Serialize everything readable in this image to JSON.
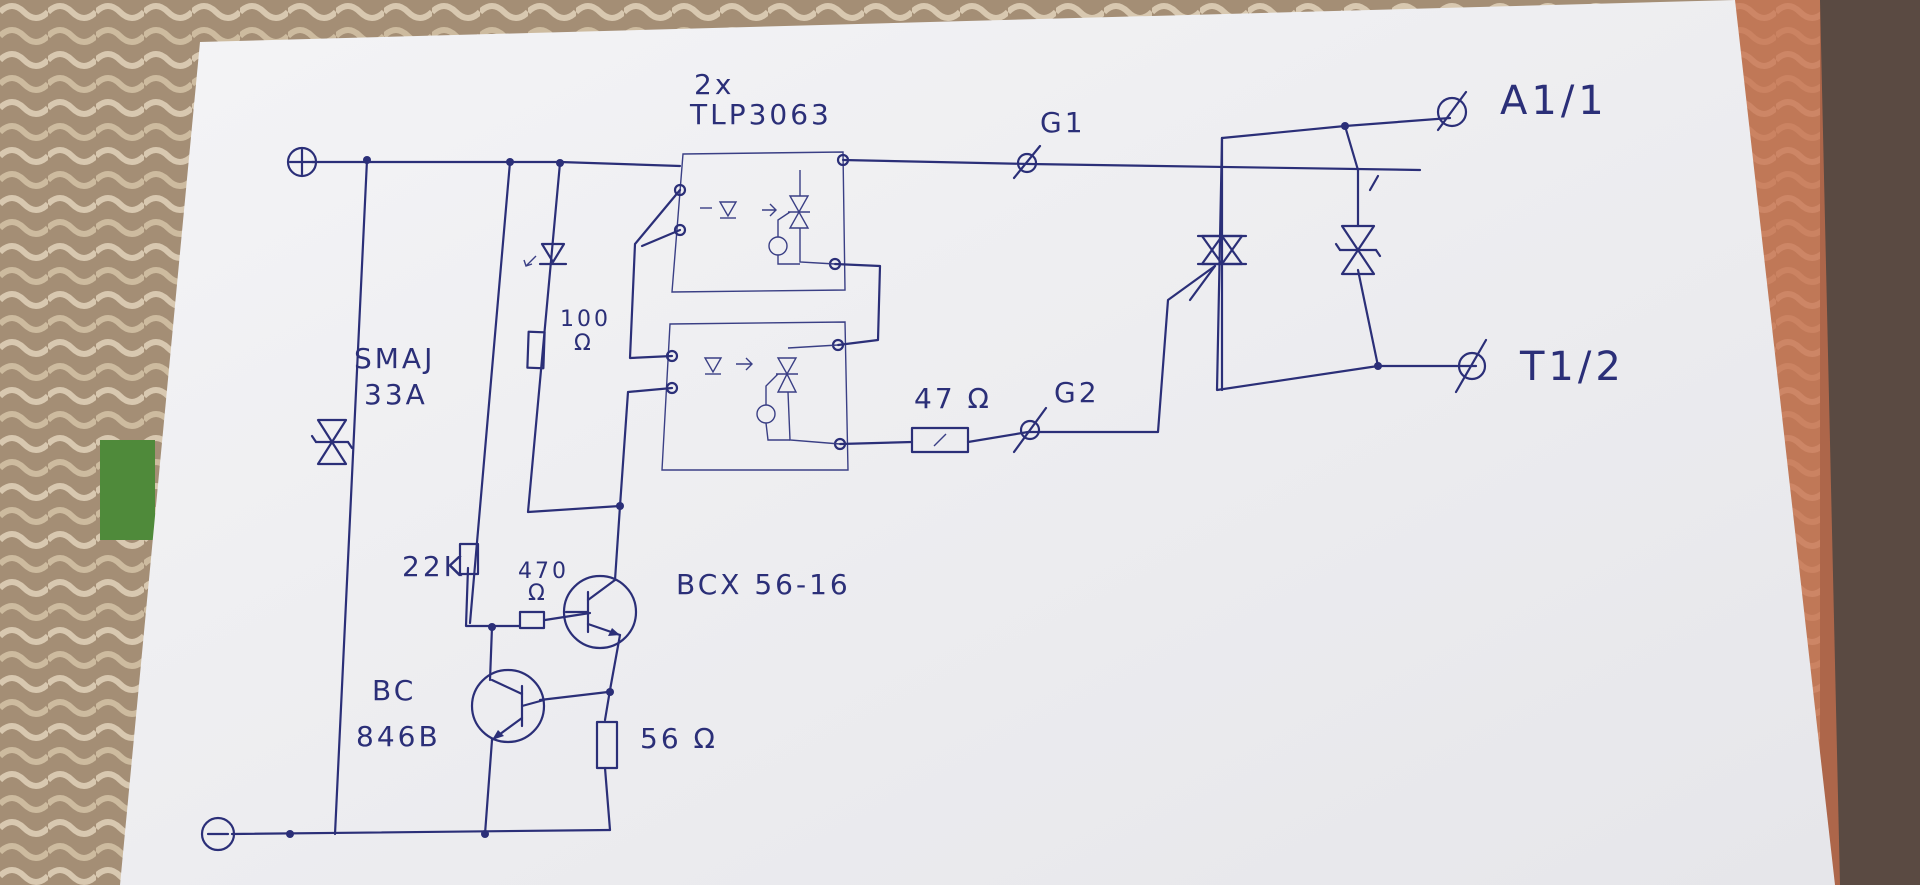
{
  "labels": {
    "count": "2x",
    "optocoupler": "TLP3063",
    "gate1": "G1",
    "gate2": "G2",
    "terminal_a1": "A1/1",
    "terminal_t12": "T1/2",
    "tvs": "SMAJ",
    "tvs_value": "33A",
    "r100_value": "100",
    "r100_unit": "Ω",
    "r22k": "22K",
    "r470_value": "470",
    "r470_unit": "Ω",
    "bcx": "BCX 56-16",
    "bc_line1": "BC",
    "bc_line2": "846B",
    "r56": "56 Ω",
    "r47": "47 Ω",
    "plus": "+",
    "minus": "−"
  },
  "colors": {
    "ink": "#2b2f78",
    "paper": "#f2f2f4",
    "cloth": "#b09a80"
  }
}
